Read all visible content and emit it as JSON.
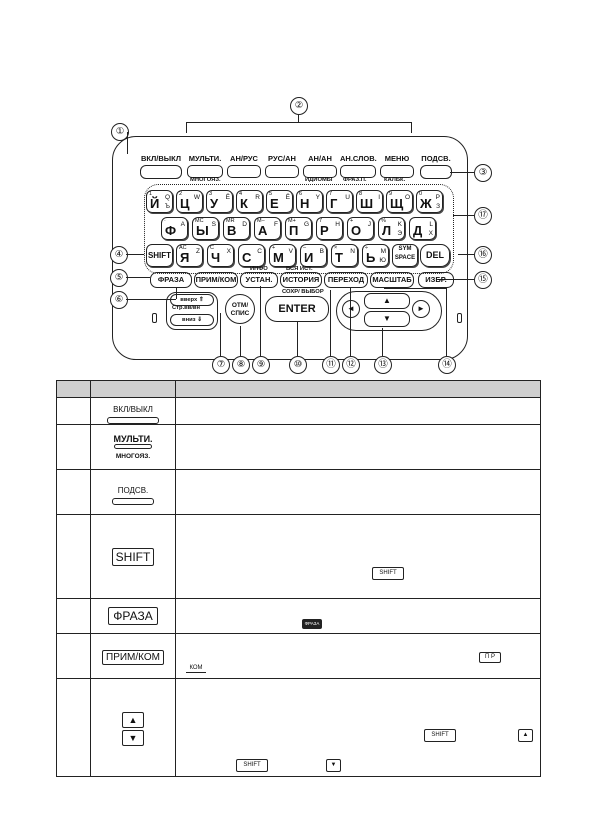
{
  "callouts": [
    "①",
    "②",
    "③",
    "④",
    "⑤",
    "⑥",
    "⑦",
    "⑧",
    "⑨",
    "⑩",
    "⑪",
    "⑫",
    "⑬",
    "⑭",
    "⑮",
    "⑯",
    "⑰"
  ],
  "function_keys": [
    {
      "label": "ВКЛ/ВЫКЛ",
      "sub": ""
    },
    {
      "label": "МУЛЬТИ.",
      "sub": "МНОГОЯЗ."
    },
    {
      "label": "АН/РУС",
      "sub": ""
    },
    {
      "label": "РУС/АН",
      "sub": ""
    },
    {
      "label": "АН/АН",
      "sub": "ИДИОМЫ"
    },
    {
      "label": "АН.СЛОВ.",
      "sub": "ФРАЗ.П."
    },
    {
      "label": "МЕНЮ",
      "sub": "КАЛЬК."
    },
    {
      "label": "ПОДСВ.",
      "sub": ""
    }
  ],
  "keyboard": {
    "row1": [
      {
        "main": "Й",
        "alt": "Ъ",
        "top": "1",
        "lat": "Q"
      },
      {
        "main": "Ц",
        "top": "2",
        "lat": "W"
      },
      {
        "main": "У",
        "top": "3",
        "lat": "Ё"
      },
      {
        "main": "К",
        "top": "4",
        "lat": "R"
      },
      {
        "main": "Е",
        "top": "5",
        "lat": "Ё"
      },
      {
        "main": "Н",
        "top": "6",
        "lat": "Y"
      },
      {
        "main": "Г",
        "top": "7",
        "lat": "U"
      },
      {
        "main": "Ш",
        "top": "8",
        "lat": "I"
      },
      {
        "main": "Щ",
        "top": "9",
        "lat": "O"
      },
      {
        "main": "Ж",
        "alt": "З",
        "top": "0",
        "lat": "P"
      }
    ],
    "row2": [
      {
        "main": "Ф",
        "top": "·",
        "lat": "A"
      },
      {
        "main": "Ы",
        "top": "MC",
        "lat": "S"
      },
      {
        "main": "В",
        "top": "MR",
        "lat": "D"
      },
      {
        "main": "А",
        "top": "M–",
        "lat": "F"
      },
      {
        "main": "П",
        "top": "M+",
        "lat": "G"
      },
      {
        "main": "Р",
        "top": "7",
        "lat": "H"
      },
      {
        "main": "О",
        "top": "+",
        "lat": "J"
      },
      {
        "main": "Л",
        "alt": "Э",
        "top": "%",
        "lat": "K"
      },
      {
        "main": "Д",
        "alt": "Х",
        "top": "",
        "lat": "L"
      }
    ],
    "row3": [
      {
        "main": "Я",
        "top": "AC",
        "lat": "Z"
      },
      {
        "main": "Ч",
        "top": "C",
        "lat": "X"
      },
      {
        "main": "С",
        "top": "",
        "lat": "C"
      },
      {
        "main": "М",
        "top": "+",
        "lat": "V"
      },
      {
        "main": "И",
        "top": "–",
        "lat": "B"
      },
      {
        "main": "Т",
        "top": "×",
        "lat": "N"
      },
      {
        "main": "Ь",
        "alt": "Ю",
        "top": "÷",
        "lat": "M"
      }
    ],
    "shift": "SHIFT",
    "sym_space": "SYM SPACE",
    "del": "DEL"
  },
  "row_under": {
    "fraza": "ФРАЗА",
    "prim_kom": "ПРИМ/КОМ",
    "ustan": "УСТАН.",
    "ustan_sub": "ИНФО",
    "istoria": "ИСТОРИЯ",
    "istoria_sub_top": "ВСЯ ИСТ.",
    "istoria_sub_bot": "СОХР/ ВЫБОР",
    "perehod": "ПЕРЕХОД",
    "masshtab": "МАСШТАБ",
    "izbr": "ИЗБР."
  },
  "bottom_keys": {
    "vverh": "вверх ⇑",
    "str": "Стр.вв/вн",
    "vniz": "вниз ⇓",
    "otm": "ОТМ/ СПИС",
    "enter": "ENTER"
  },
  "table_icons": {
    "row1": "ВКЛ/ВЫКЛ",
    "row2_a": "МУЛЬТИ.",
    "row2_b": "МНОГОЯЗ.",
    "row3": "ПОДСВ.",
    "row4": "SHIFT",
    "row5": "ФРАЗА",
    "row6": "ПРИМ/КОМ",
    "inline_shift": "SHIFT",
    "inline_fraza": "ФРАЗА",
    "inline_pr": "П Р",
    "inline_kom": "КОМ"
  }
}
